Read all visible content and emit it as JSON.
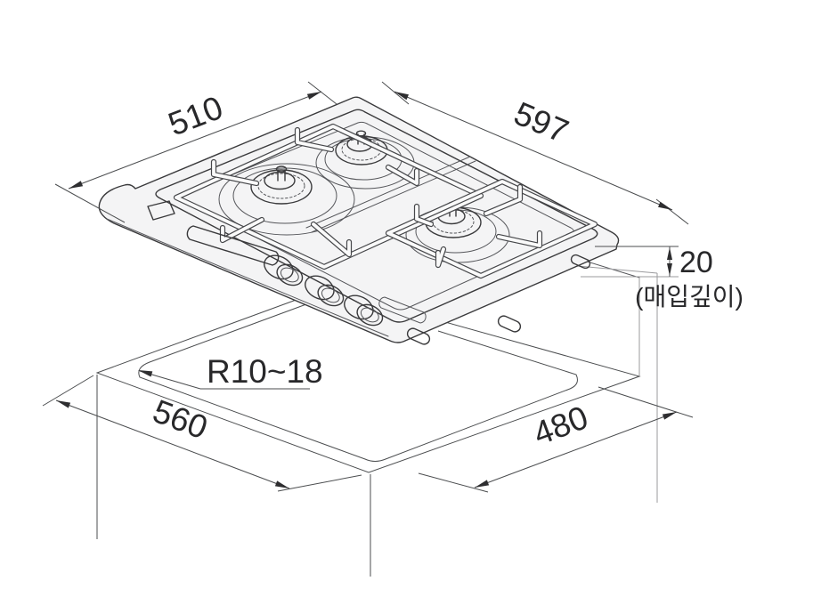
{
  "diagram": {
    "title": "gas-cooktop-installation-dimensions",
    "dimensions": {
      "top_depth": {
        "value": "510"
      },
      "top_width": {
        "value": "597"
      },
      "recess": {
        "value": "20",
        "label": "(매입깊이)"
      },
      "corner_radius": {
        "value": "R10~18"
      },
      "cutout_width": {
        "value": "560"
      },
      "cutout_depth": {
        "value": "480"
      }
    }
  }
}
